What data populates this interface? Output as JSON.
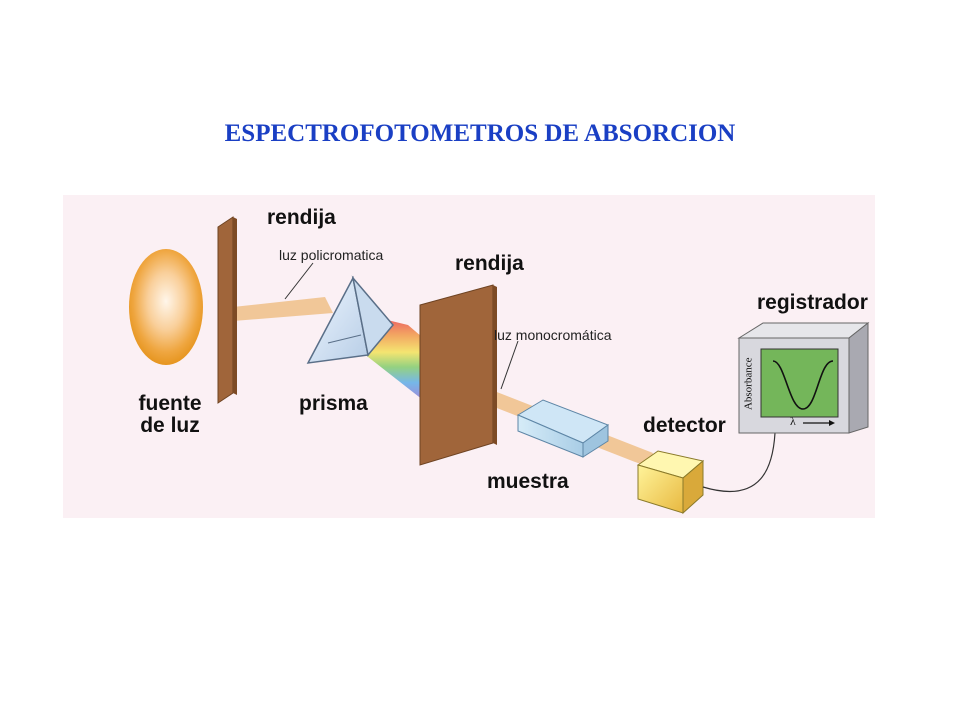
{
  "title": "ESPECTROFOTOMETROS DE ABSORCION",
  "labels": {
    "source": "fuente de luz",
    "slit1": "rendija",
    "slit2": "rendija",
    "polychromatic": "luz policromatica",
    "monochromatic": "luz monocromática",
    "prism": "prisma",
    "sample": "muestra",
    "detector": "detector",
    "recorder": "registrador",
    "screen_y_axis": "Absorbance",
    "screen_x_axis": "λ"
  },
  "colors": {
    "title": "#1a3fc4",
    "background": "#fbf0f4",
    "slit": "#a0653a",
    "beam": "#f0c28e",
    "screen": "#74b65a"
  }
}
